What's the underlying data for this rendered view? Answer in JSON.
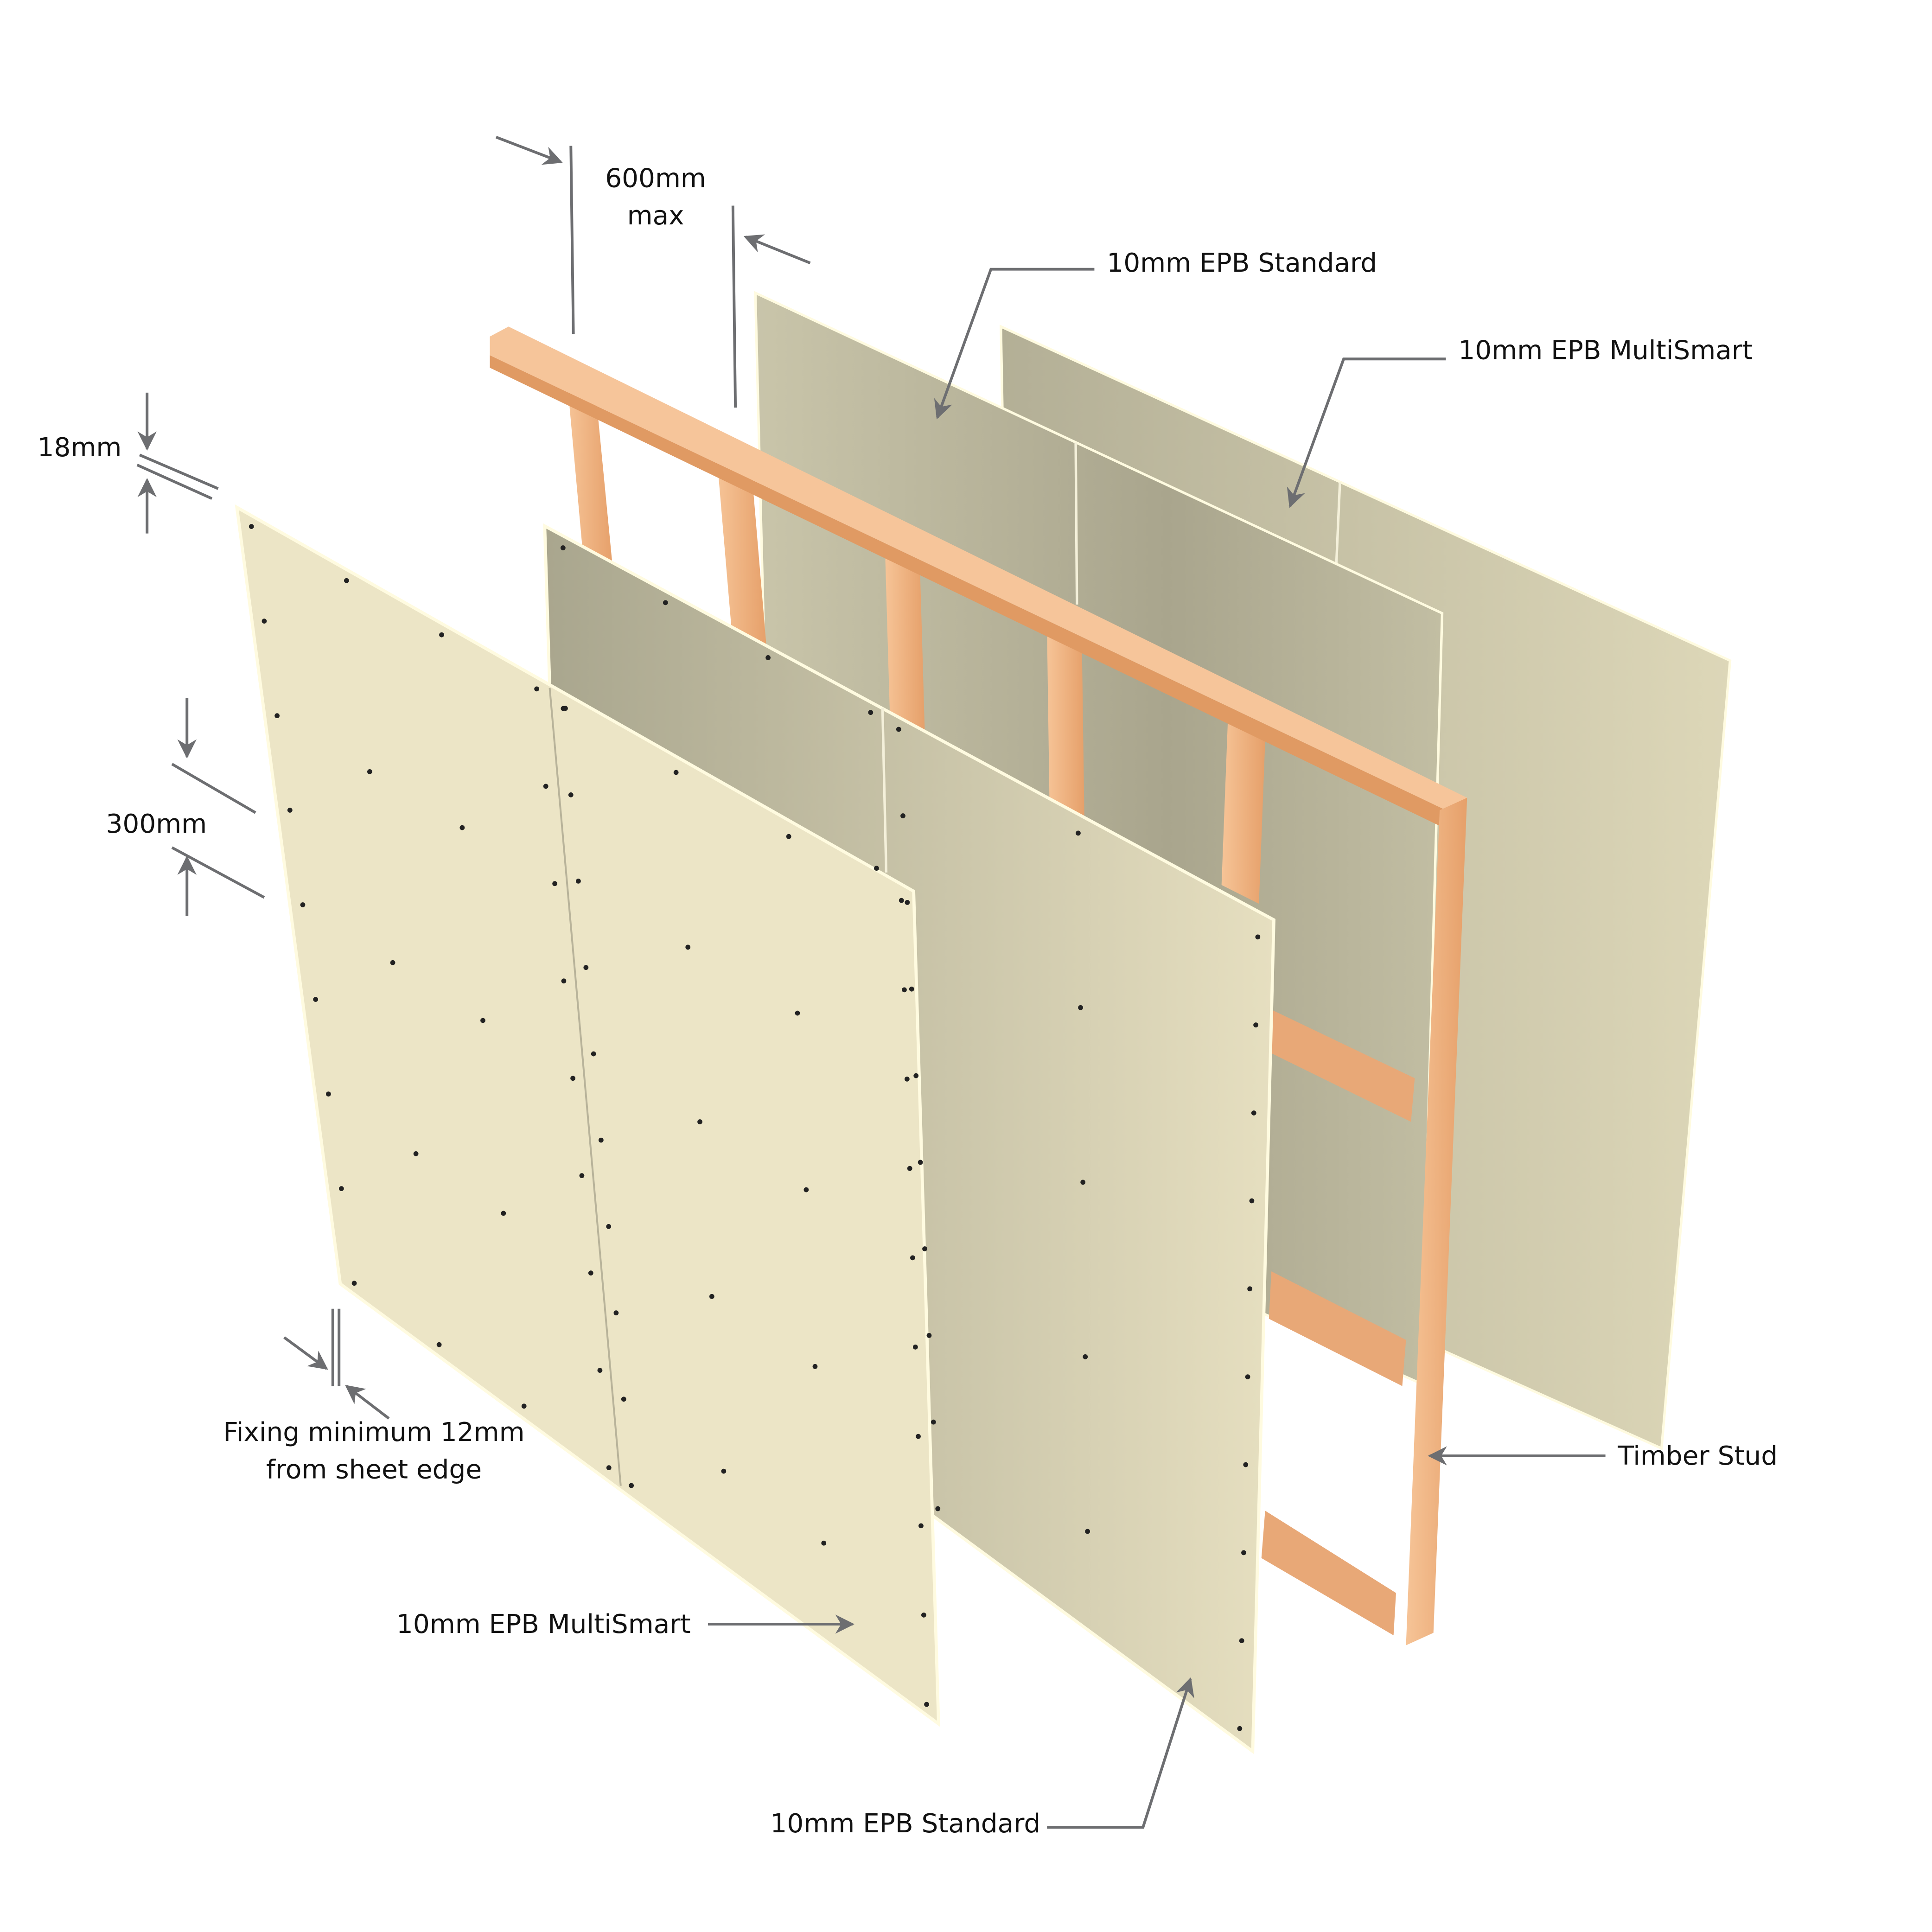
{
  "labels": {
    "spacing_value": "600mm",
    "spacing_suffix": "max",
    "rear_standard": "10mm EPB Standard",
    "rear_multismart": "10mm EPB MultiSmart",
    "cavity": "18mm",
    "fixing_spacing": "300mm",
    "fixing_edge_line1": "Fixing minimum 12mm",
    "fixing_edge_line2": "from sheet edge",
    "front_multismart": "10mm EPB MultiSmart",
    "front_standard": "10mm EPB Standard",
    "timber_stud": "Timber Stud"
  },
  "colors": {
    "board_front": "#ece5c6",
    "board_shadow": "#a8a48c",
    "timber": "#f3b887",
    "timber_dark": "#d9955f",
    "leader": "#6d6e71"
  }
}
